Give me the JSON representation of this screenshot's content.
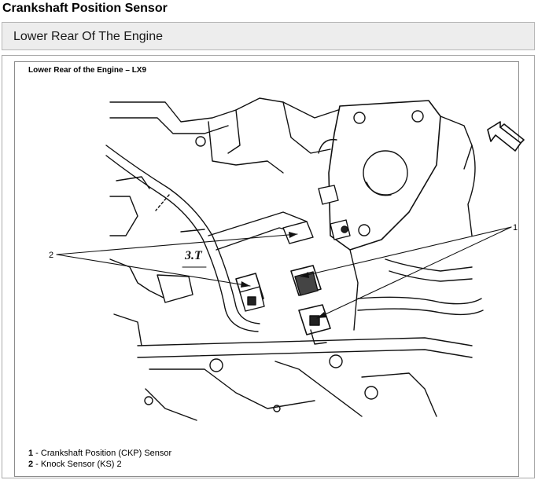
{
  "page": {
    "title": "Crankshaft Position Sensor"
  },
  "section": {
    "title": "Lower Rear Of The Engine"
  },
  "figure": {
    "title": "Lower Rear of the Engine – LX9",
    "callouts": [
      "1",
      "2"
    ],
    "engraving": "3.T",
    "icons": [
      "direction-arrow-icon"
    ]
  },
  "legend": {
    "items": [
      {
        "number": "1",
        "text": " - Crankshaft Position (CKP) Sensor"
      },
      {
        "number": "2",
        "text": " - Knock Sensor (KS) 2"
      }
    ]
  }
}
